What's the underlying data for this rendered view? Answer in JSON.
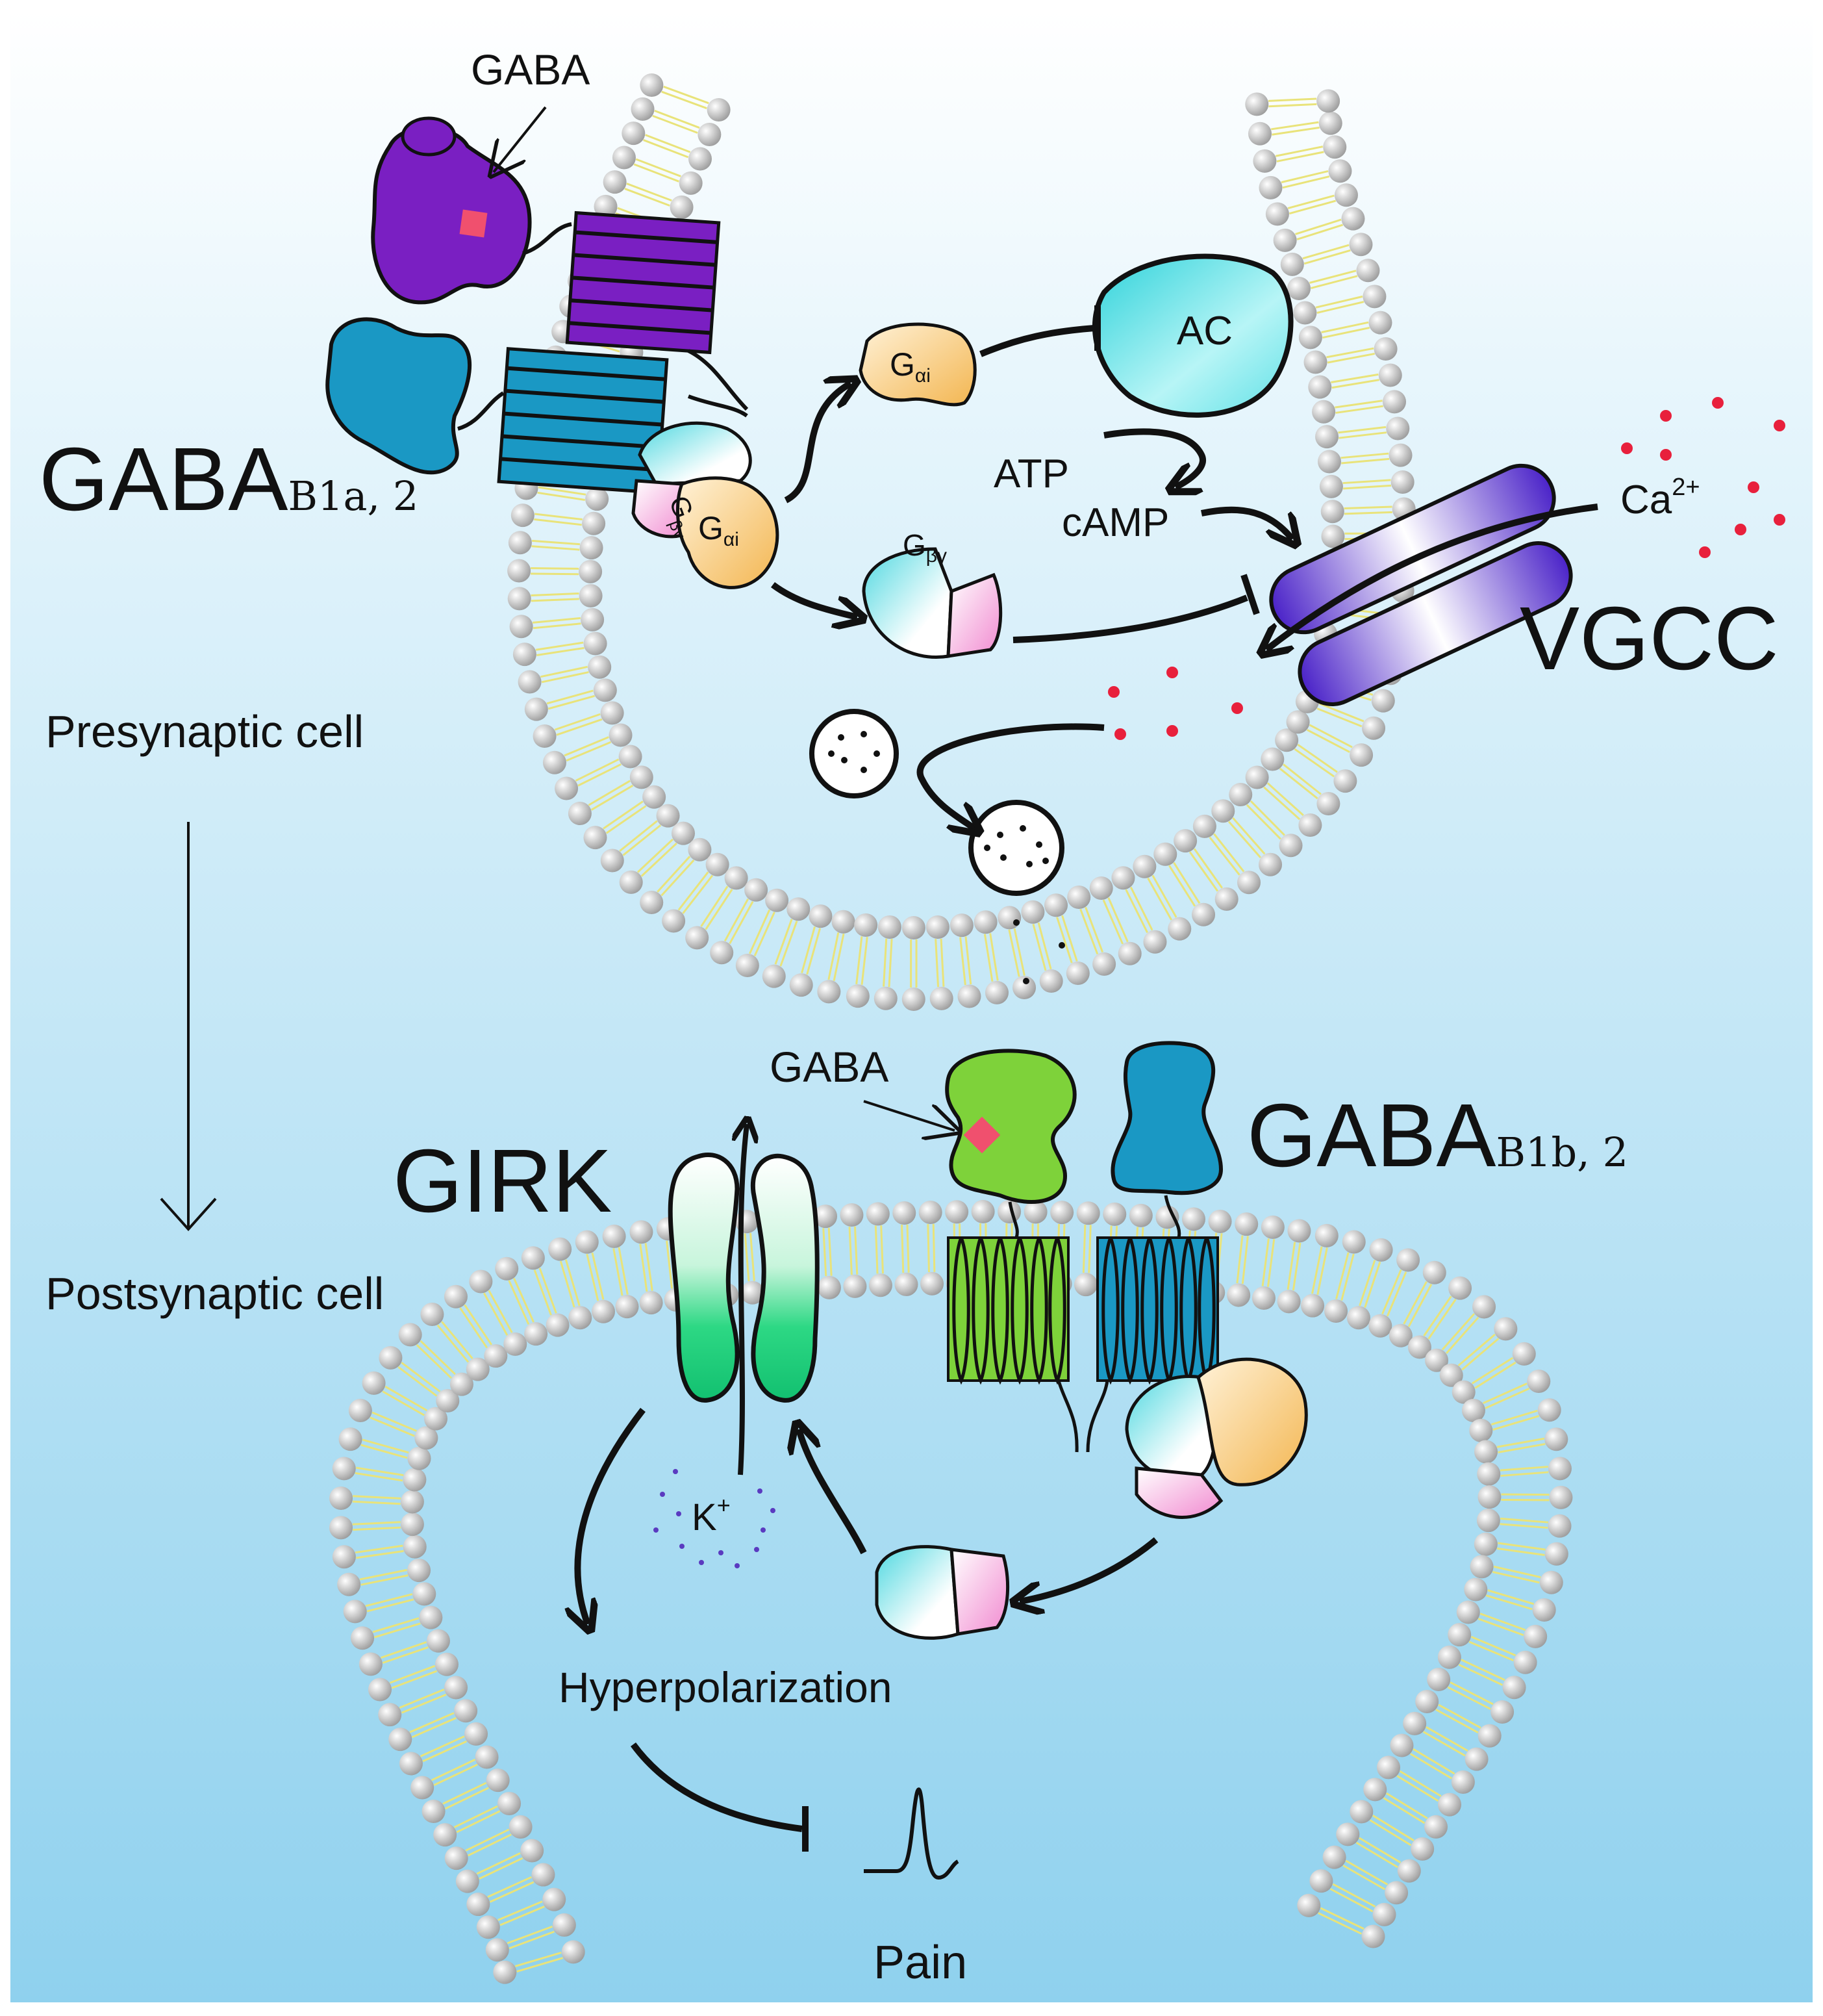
{
  "labels": {
    "gaba_top": "GABA",
    "gaba_bottom": "GABA",
    "receptor_pre_main": "GABA",
    "receptor_pre_sub": "B1a, 2",
    "receptor_post_main": "GABA",
    "receptor_post_sub": "B1b, 2",
    "presynaptic": "Presynaptic cell",
    "postsynaptic": "Postsynaptic cell",
    "ac": "AC",
    "g_alpha_main": "G",
    "g_alpha_sub": "αi",
    "g_betagamma_main": "G",
    "g_betagamma_sub": "βγ",
    "atp": "ATP",
    "camp": "cAMP",
    "ca_main": "Ca",
    "ca_sup": "2+",
    "vgcc": "VGCC",
    "girk": "GIRK",
    "k_main": "K",
    "k_sup": "+",
    "hyperpolarization": "Hyperpolarization",
    "pain": "Pain"
  },
  "colors": {
    "background_top": "#ffffff",
    "background_bottom": "#8fd1ee",
    "gaba_b1_pre": "#7a1fc2",
    "gaba_b2": "#1a98c4",
    "gaba_b1_post": "#7ed23a",
    "g_alpha": "#f7c26a",
    "g_beta": "#6fe3ea",
    "g_gamma": "#f29ad6",
    "ac": "#4fe0e3",
    "vgcc": "#6a46e0",
    "girk": "#26d67e",
    "gaba_ligand": "#f0506e",
    "calcium_ion": "#e8203c",
    "potassium_ion": "#5a3ac0",
    "membrane_head": "#bdbdbd",
    "membrane_tail": "#e9e37a"
  }
}
